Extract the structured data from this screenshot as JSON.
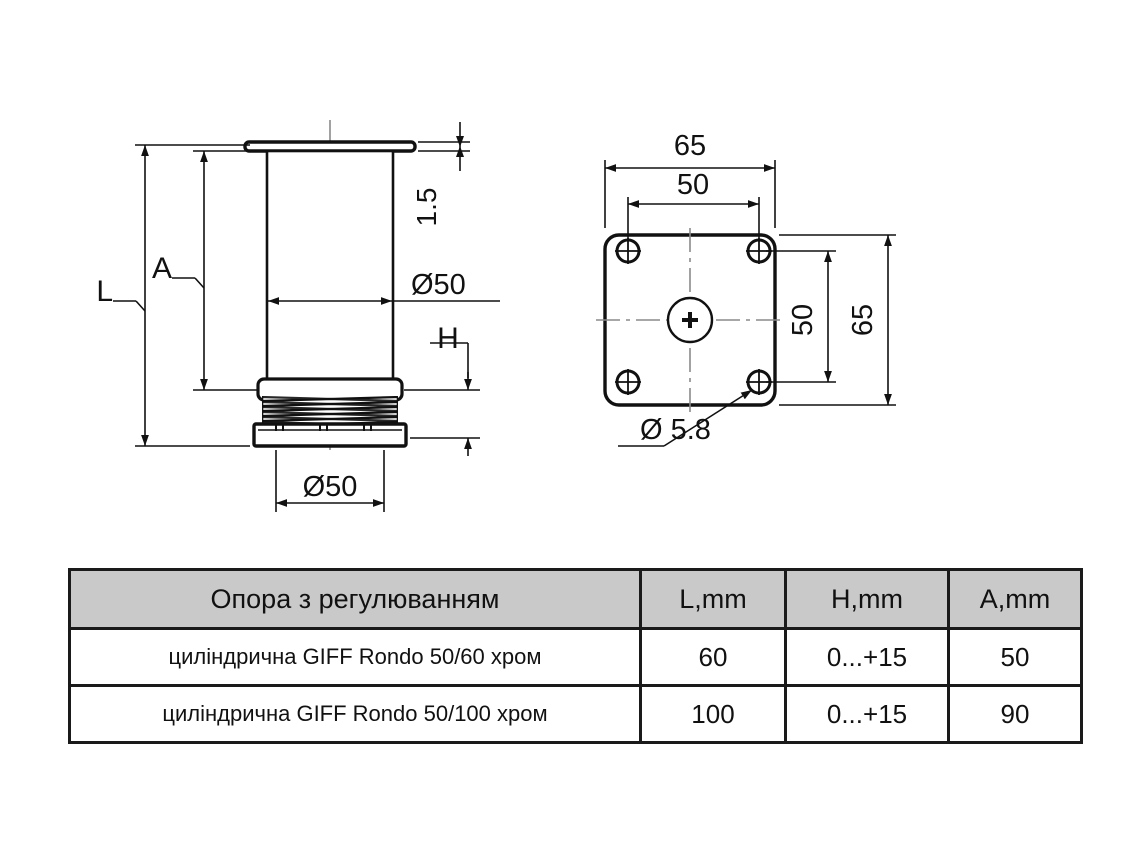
{
  "document": {
    "kind": "technical-drawing",
    "title_text": "Опора з регулюванням"
  },
  "elevation_view": {
    "name": "side-elevation",
    "labels": {
      "overall_length": "L",
      "adjustable_height": "A",
      "flange_thickness": "1.5",
      "tube_diameter": "Ø50",
      "adjust_range": "H",
      "base_diameter": "Ø50"
    }
  },
  "plan_view": {
    "name": "mounting-plate-plan",
    "labels": {
      "plate_width": "65",
      "hole_spacing_horizontal": "50",
      "hole_spacing_vertical": "50",
      "plate_height": "65",
      "hole_diameter": "Ø 5.8"
    }
  },
  "table": {
    "name": "specification-table",
    "headers": [
      "Опора з регулюванням",
      "L,mm",
      "H,mm",
      "A,mm"
    ],
    "rows": [
      {
        "name": "циліндрична GIFF Rondo 50/60 хром",
        "L": "60",
        "H": "0...+15",
        "A": "50"
      },
      {
        "name": "циліндрична GIFF Rondo 50/100 хром",
        "L": "100",
        "H": "0...+15",
        "A": "90"
      }
    ]
  },
  "colors": {
    "line": "#111111",
    "centerline": "#8a8a8a",
    "header_fill": "#c9c9c9",
    "background": "#ffffff"
  }
}
